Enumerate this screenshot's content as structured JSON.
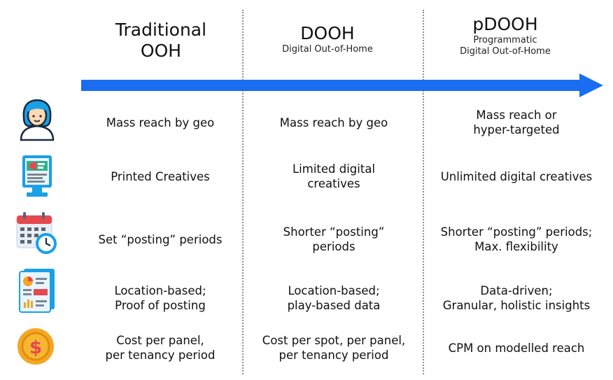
{
  "columns": [
    {
      "title": "Traditional\nOOH",
      "subtitle": ""
    },
    {
      "title": "DOOH",
      "subtitle": "Digital Out-of-Home"
    },
    {
      "title": "pDOOH",
      "subtitle": "Programmatic\nDigital Out-of-Home"
    }
  ],
  "rows": [
    {
      "icon": "audience-person-icon",
      "cells": [
        "Mass reach by geo",
        "Mass reach by geo",
        "Mass reach or\nhyper-targeted"
      ]
    },
    {
      "icon": "digital-billboard-icon",
      "cells": [
        "Printed Creatives",
        "Limited digital\ncreatives",
        "Unlimited digital creatives"
      ]
    },
    {
      "icon": "calendar-clock-icon",
      "cells": [
        "Set “posting” periods",
        "Shorter “posting”\nperiods",
        "Shorter “posting” periods;\nMax. flexibility"
      ]
    },
    {
      "icon": "report-charts-icon",
      "cells": [
        "Location-based;\nProof of posting",
        "Location-based;\nplay-based data",
        "Data-driven;\nGranular, holistic insights"
      ]
    },
    {
      "icon": "dollar-coin-icon",
      "cells": [
        "Cost per panel,\nper tenancy period",
        "Cost per spot, per panel,\nper tenancy period",
        "CPM on modelled reach"
      ]
    }
  ],
  "colors": {
    "arrow": "#1a6df0",
    "divider": "#8a8f98",
    "accent_blue": "#1aa0e6",
    "coin": "#f5a623"
  }
}
